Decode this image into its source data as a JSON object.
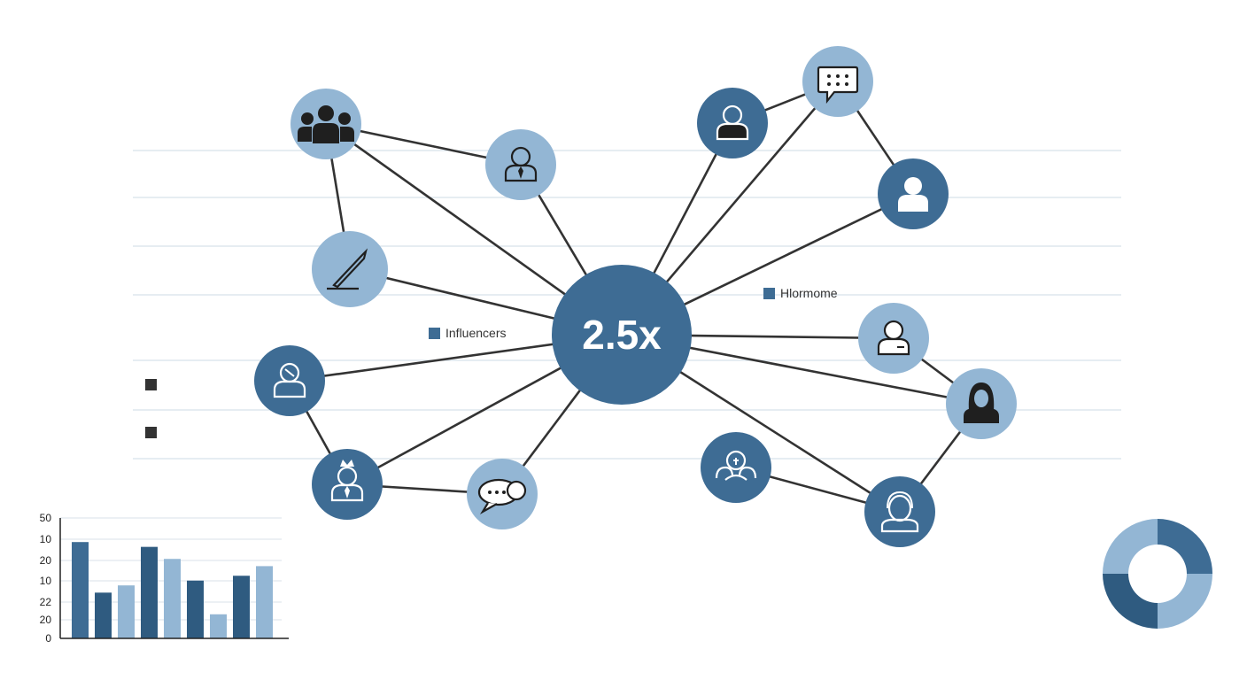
{
  "colors": {
    "dark": "#3e6c94",
    "darkest": "#2f5b80",
    "light": "#93b6d4",
    "line": "#333333",
    "guide": "#d8e2ea",
    "icon": "#1f1f1f",
    "marker": "#333333"
  },
  "hub": {
    "label": "2.5x"
  },
  "legend": {
    "influencers": "Influencers",
    "right": "Hlormome"
  },
  "nodes": [
    {
      "id": "group",
      "tone": "light",
      "icon": "group-icon"
    },
    {
      "id": "person-tie",
      "tone": "light",
      "icon": "person-icon"
    },
    {
      "id": "pen",
      "tone": "light",
      "icon": "pen-icon"
    },
    {
      "id": "worker",
      "tone": "dark",
      "icon": "worker-icon"
    },
    {
      "id": "chef",
      "tone": "dark",
      "icon": "chef-icon"
    },
    {
      "id": "speech",
      "tone": "light",
      "icon": "speech-bubble-icon"
    },
    {
      "id": "person-top",
      "tone": "dark",
      "icon": "person-icon"
    },
    {
      "id": "chat",
      "tone": "light",
      "icon": "chat-icon"
    },
    {
      "id": "person-right",
      "tone": "dark",
      "icon": "person-icon"
    },
    {
      "id": "person-mid",
      "tone": "light",
      "icon": "person-icon"
    },
    {
      "id": "woman",
      "tone": "light",
      "icon": "woman-icon"
    },
    {
      "id": "team",
      "tone": "dark",
      "icon": "team-icon"
    },
    {
      "id": "headset",
      "tone": "dark",
      "icon": "headset-icon"
    }
  ],
  "chart_data": {
    "type": "bar",
    "title": "",
    "xlabel": "",
    "ylabel": "",
    "y_tick_labels": [
      "50",
      "10",
      "20",
      "10",
      "22",
      "20",
      "0"
    ],
    "ylim": [
      0,
      50
    ],
    "grid": true,
    "series": [
      {
        "values": [
          40,
          19,
          22,
          38,
          33,
          24,
          10,
          26,
          30
        ]
      }
    ],
    "bar_tones": [
      "dark",
      "darkest",
      "light",
      "darkest",
      "light",
      "darkest",
      "light",
      "darkest",
      "light"
    ]
  },
  "donut": {
    "type": "pie",
    "values": [
      25,
      25,
      25,
      25
    ],
    "tones": [
      "dark",
      "light",
      "darkest",
      "light"
    ]
  }
}
